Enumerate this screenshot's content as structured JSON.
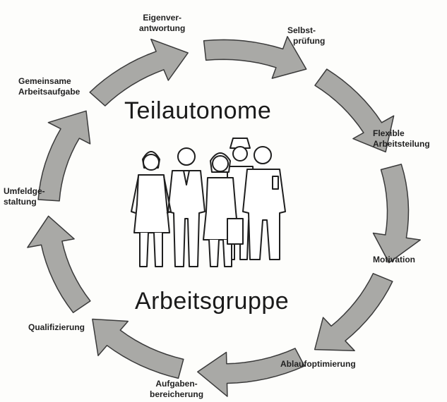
{
  "title_top": "Teilautonome",
  "title_bottom": "Arbeitsgruppe",
  "labels": {
    "eigenverantwortung": [
      "Eigenver-",
      "antwortung"
    ],
    "selbstpruefung": [
      "Selbst-",
      "prüfung"
    ],
    "flexible_arbeitsteilung": [
      "Flexible",
      "Arbeitsteilung"
    ],
    "motivation": [
      "Motivation"
    ],
    "ablaufoptimierung": [
      "Ablaufoptimierung"
    ],
    "aufgabenbereicherung": [
      "Aufgaben-",
      "bereicherung"
    ],
    "qualifizierung": [
      "Qualifizierung"
    ],
    "umfeldgestaltung": [
      "Umfeldge-",
      "staltung"
    ],
    "gemeinsame_arbeitsaufgabe": [
      "Gemeinsame",
      "Arbeitsaufgabe"
    ]
  },
  "colors": {
    "arrow_fill": "#a9a9a6",
    "arrow_stroke": "#3a3a3a",
    "figure_stroke": "#1e1e1e"
  }
}
